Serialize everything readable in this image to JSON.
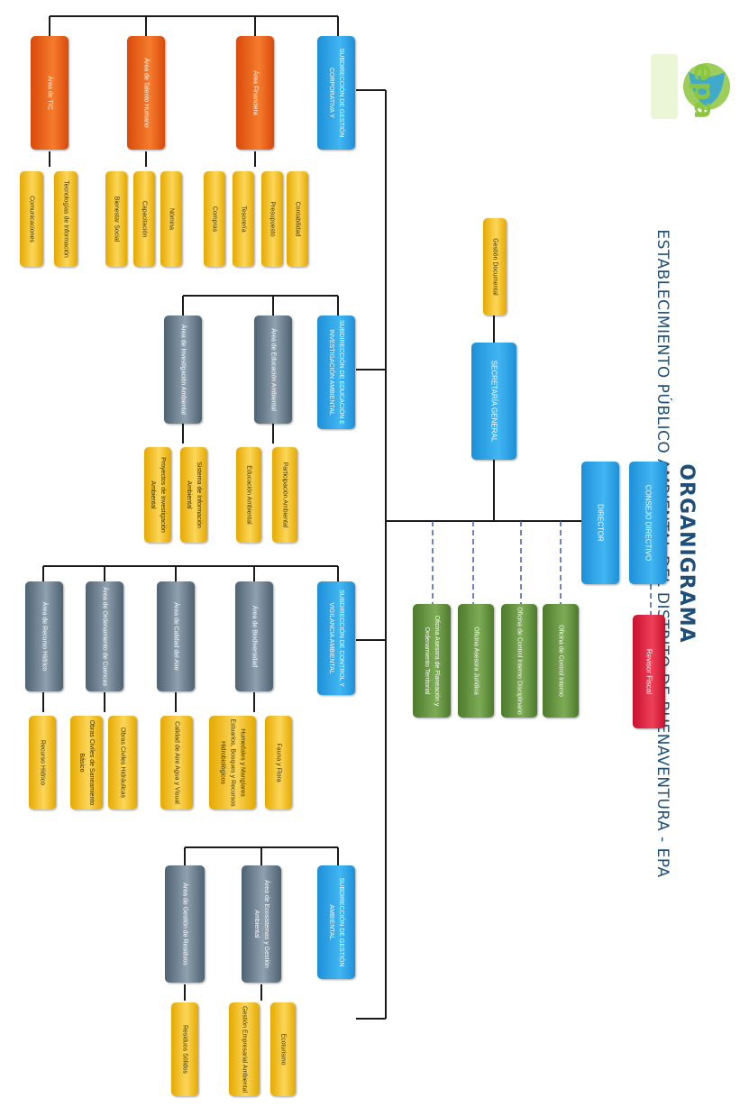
{
  "title": {
    "main": "ORGANIGRAMA",
    "sub": "ESTABLECIMIENTO PÚBLICO AMBIENTAL DEL DISTRITO DE BUENAVENTURA - EPA"
  },
  "logo": {
    "text": "epa"
  },
  "boxes": {
    "consejo": "CONSEJO DIRECTIVO",
    "revisor": "Revisor Fiscal",
    "director": "DIRECTOR",
    "secretaria": "SECRETARÍA GENERAL",
    "gestion_documental": "Gestión Documental",
    "oficinas": [
      "Oficina de Control Interno",
      "Oficina de Control Interno Disciplinario",
      "Oficina Asesora Jurídica",
      "Oficina Asesora de Planeación y Ordenamiento Territorial"
    ],
    "sub_corporativa": "SUBDIRECCIÓN DE GESTIÓN CORPORATIVA Y",
    "corp_areas": [
      "Área Financiera",
      "Área de Talento Humano",
      "Área de TIC"
    ],
    "corp_fin_items": [
      "Contabilidad",
      "Presupuesto",
      "Tesorería",
      "Compras"
    ],
    "corp_th_items": [
      "Nómina",
      "Capacitación",
      "Bienestar Social"
    ],
    "corp_tic_items": [
      "Tecnologías de Información",
      "Comunicaciones"
    ],
    "sub_educacion": "SUBDIRECCIÓN DE EDUCACIÓN E INVESTIGACIÓN AMBIENTAL",
    "edu_areas": [
      "Área de Educación Ambiental",
      "Área de Investigación Ambiental"
    ],
    "edu_items_1": [
      "Participación Ambiental",
      "Educación Ambiental"
    ],
    "edu_items_2": [
      "Sistema de Información Ambiental",
      "Proyectos de Investigación Ambiental"
    ],
    "sub_control": "SUBDIRECCIÓN DE CONTROL Y VIGILANCIA AMBIENTAL",
    "ctrl_areas": [
      "Área de Biodiversidad",
      "Área de Calidad del Aire",
      "Área de Ordenamiento de Cuencas",
      "Área de Recurso Hídrico"
    ],
    "ctrl_items_1": [
      "Fauna y Flora",
      "Humedales y Manglares Estuarios, Bosques y Recursos Hidrobiológicos"
    ],
    "ctrl_items_2": [
      "Calidad de Aire Agua y Visual"
    ],
    "ctrl_items_3": [
      "Obras Civiles Hidráulicas",
      "Obras Civiles de Saneamiento Básico"
    ],
    "ctrl_items_4": [
      "Recurso Hídrico"
    ],
    "sub_gestion": "SUBDIRECCIÓN DE GESTIÓN AMBIENTAL",
    "gest_areas": [
      "Área de Ecosistemas y Gestión Ambiental",
      "Área de Gestión de Residuos"
    ],
    "gest_items_1": [
      "Ecoturismo",
      "Gestión Empresarial Ambiental"
    ],
    "gest_items_2": [
      "Residuos Sólidos"
    ]
  },
  "colors": {
    "line": "#1a1a1a",
    "blue": "#2aa0e6",
    "red": "#e23a50",
    "green": "#6a9a43",
    "orange": "#f06a22",
    "gray": "#7a8a98",
    "yellow": "#f7c93a",
    "title": "#1f4e79",
    "dashed": "#3b5bb0"
  }
}
